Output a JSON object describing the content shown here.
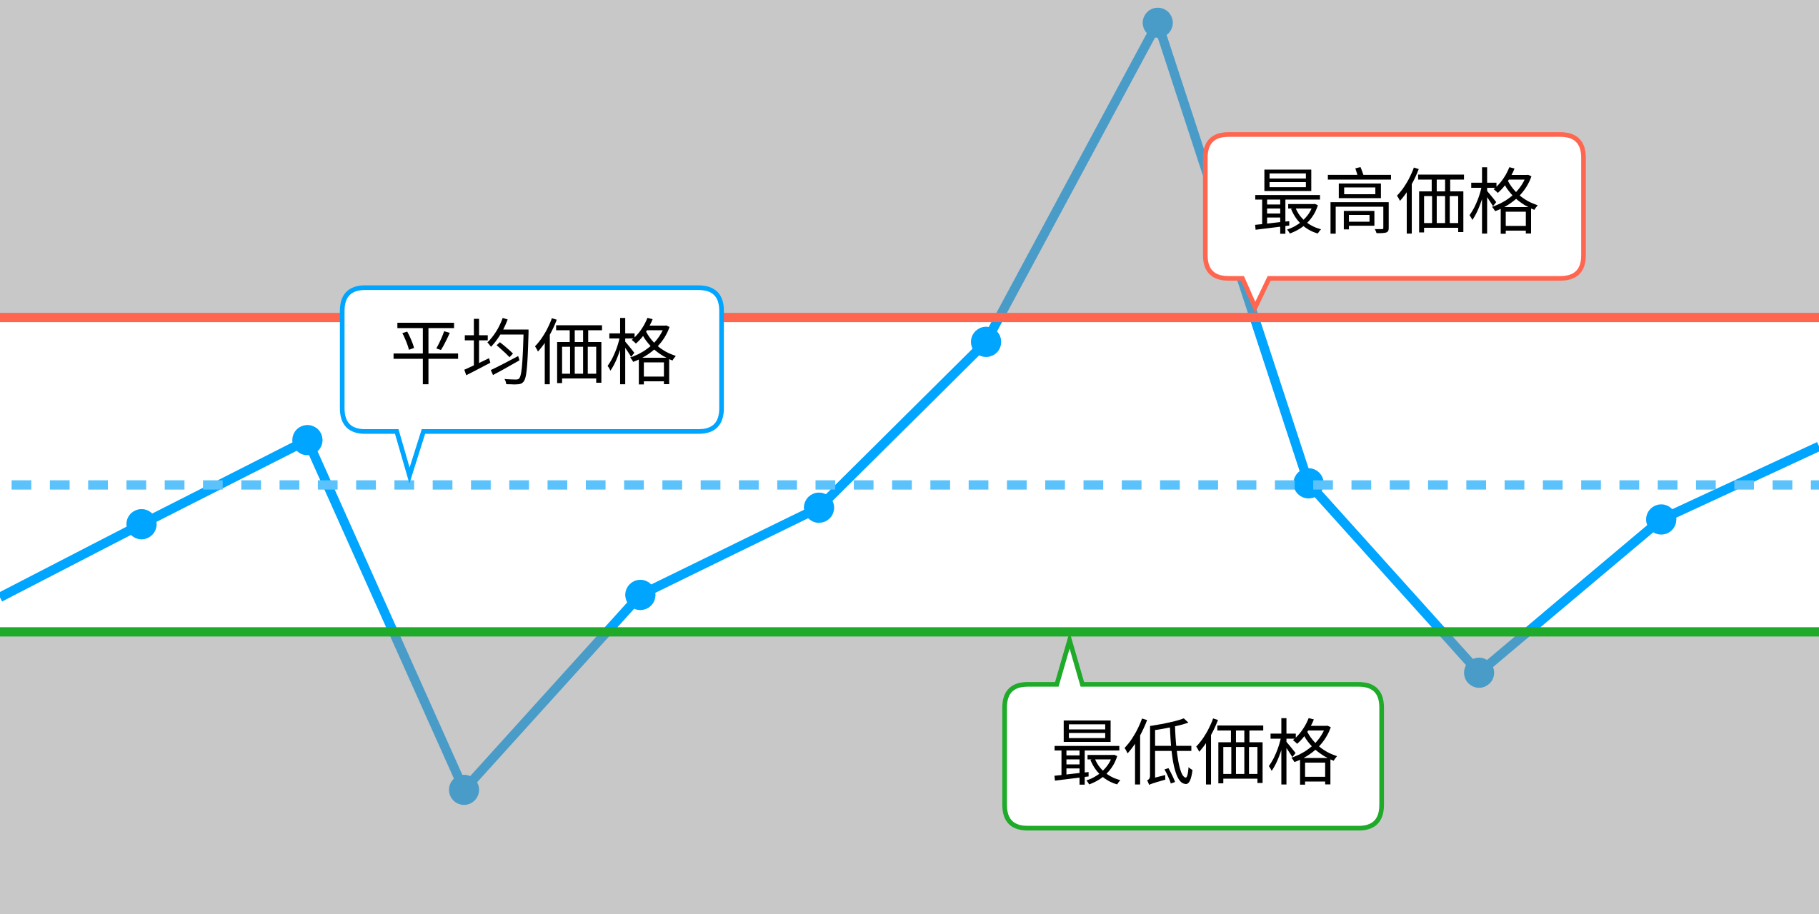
{
  "chart_data": {
    "type": "line",
    "title": "",
    "xlabel": "",
    "ylabel": "",
    "x": [
      0,
      1,
      2,
      3,
      4,
      5,
      6,
      7,
      8,
      9,
      10,
      11
    ],
    "series": [
      {
        "name": "価格",
        "values": [
          44.4,
          53.7,
          64.4,
          19.9,
          44.7,
          55.8,
          76.9,
          117.5,
          58.9,
          34.8,
          54.3,
          63.6
        ]
      }
    ],
    "xlim": [
      0,
      11
    ],
    "ylim": [
      4.1,
      120.4
    ],
    "grid": false,
    "reference_lines": {
      "max": {
        "label": "最高価格",
        "value": 80,
        "color": "#ff6650"
      },
      "avg": {
        "label": "平均価格",
        "value": 58.7,
        "color": "#5bc2fb",
        "style": "dashed"
      },
      "min": {
        "label": "最低価格",
        "value": 40,
        "color": "#1faa2a"
      }
    },
    "colors": {
      "background_outside": "#c8c8c8",
      "background_inside": "#ffffff",
      "line_inside": "#00a5ff",
      "line_outside": "#4a9cc8"
    }
  }
}
